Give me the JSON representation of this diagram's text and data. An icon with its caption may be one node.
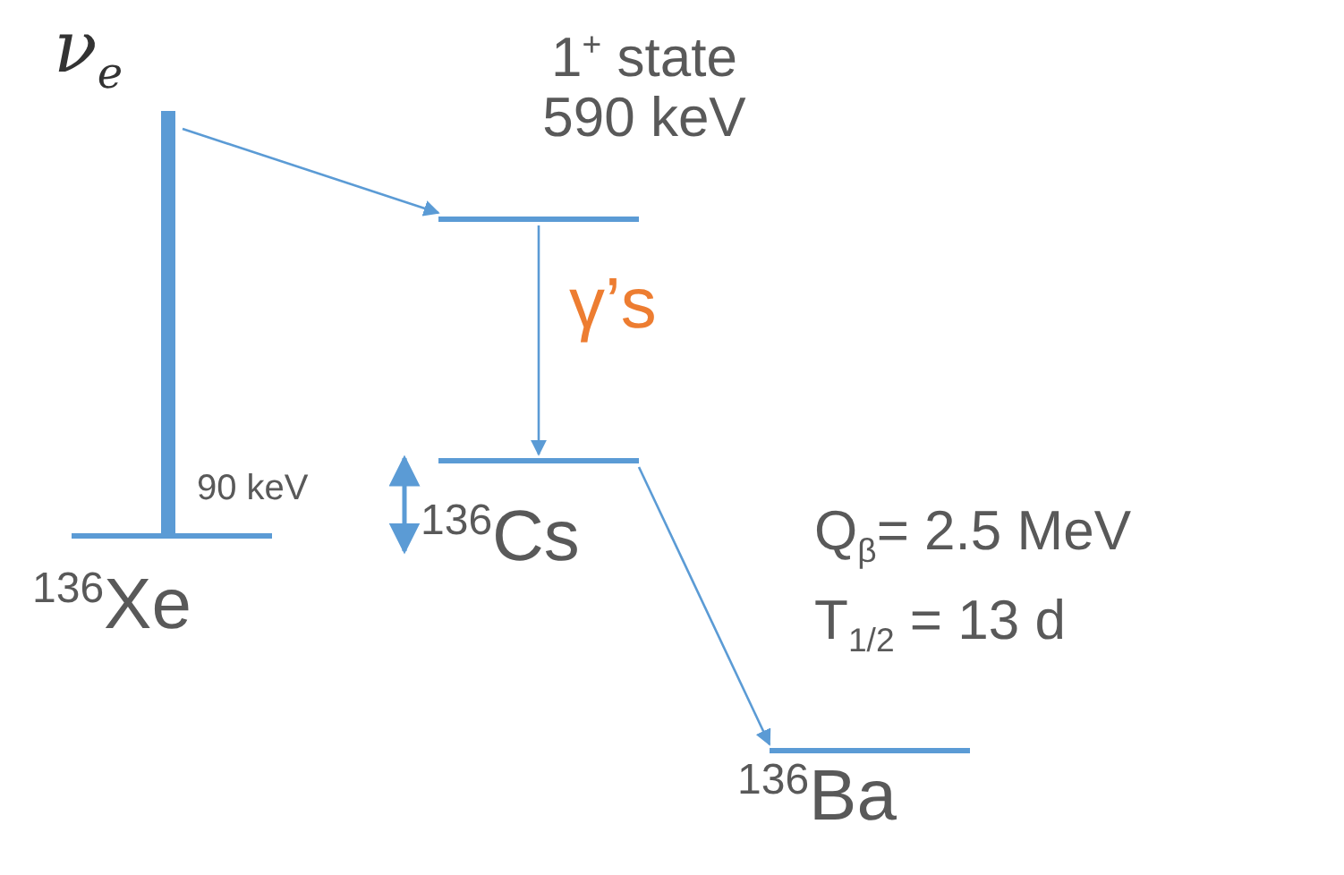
{
  "diagram": {
    "nodes": [
      {
        "text": [
          "ν$_{e}$"
        ]
      },
      {
        "text": [
          "$^{136}$Xe"
        ]
      },
      {
        "text": [
          "1$^{+}$ state 590 keV"
        ]
      },
      {
        "text": [
          "$^{136}$Cs"
        ]
      },
      {
        "text": [
          "$^{136}$Ba"
        ]
      }
    ],
    "edges": [
      {
        "from": 0,
        "to": 2,
        "arrow": "to"
      },
      {
        "from": 2,
        "to": 3,
        "arrow": "to",
        "label": "γ’s"
      },
      {
        "from": 3,
        "to": 4,
        "arrow": "to"
      }
    ],
    "labels": [
      "90 keV",
      "Q$_{β}$= 2.5 MeV",
      "T$_{1/2}$ = 13 d"
    ]
  }
}
